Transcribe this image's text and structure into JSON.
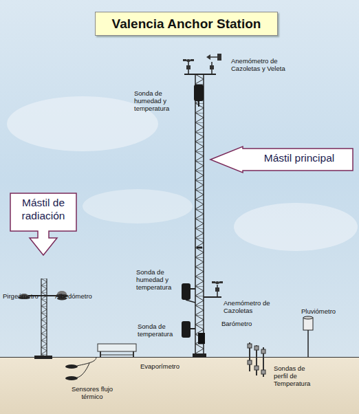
{
  "diagram": {
    "title": "Valencia Anchor Station",
    "nodes": [
      {
        "text": [
          "Mástil principal"
        ]
      },
      {
        "text": [
          "Mástil de radiación"
        ]
      }
    ],
    "labels": [
      "Anemómetro de Cazoletas y Veleta",
      "Sonda de humedad y temperatura",
      "Sonda de humedad y temperatura",
      "Anemómetro de Cazoletas",
      "Barómetro",
      "Sonda de temperatura",
      "Pirgeómetro",
      "Albedómetro",
      "Pluviómetro",
      "Evaporímetro",
      "Sensores flujo térmico",
      "Sondas de perfil de Temperatura"
    ]
  }
}
